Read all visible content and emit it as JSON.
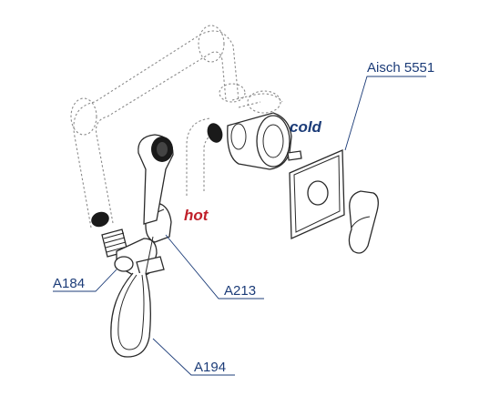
{
  "labels": {
    "product": "Aisch 5551",
    "cold": "cold",
    "hot": "hot",
    "part_a184": "A184",
    "part_a213": "A213",
    "part_a194": "A194"
  },
  "colors": {
    "label_text": "#1c3c78",
    "hot": "#c0202a",
    "cold": "#1c3c78",
    "pipe_outline": "#8a8a8a",
    "part_outline": "#2a2a2a",
    "cap_fill": "#1a1a1a"
  }
}
